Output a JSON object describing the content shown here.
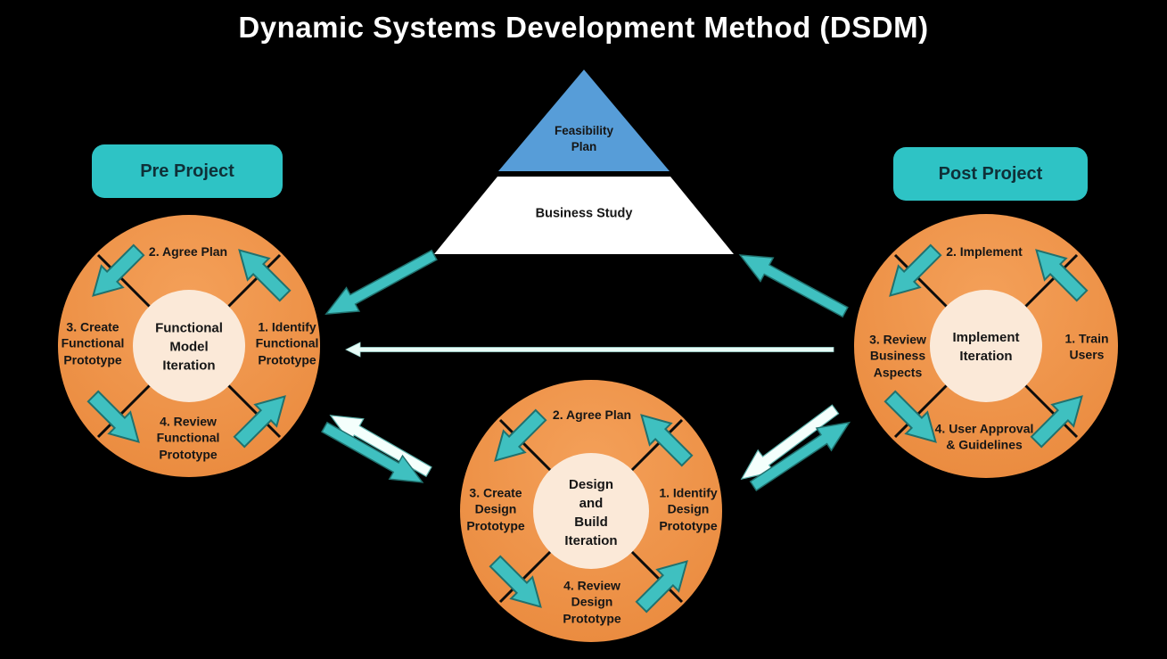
{
  "title": "Dynamic Systems Development Method (DSDM)",
  "pyramid": {
    "top_label": "Feasibility\nPlan",
    "bottom_label": "Business Study"
  },
  "pre_project_label": "Pre Project",
  "post_project_label": "Post Project",
  "cycles": [
    {
      "id": "functional-model-iteration",
      "center_label": "Functional\nModel\nIteration",
      "steps": {
        "step1": "1. Identify\nFunctional\nPrototype",
        "step2": "2. Agree Plan",
        "step3": "3. Create\nFunctional\nPrototype",
        "step4": "4. Review\nFunctional\nPrototype"
      }
    },
    {
      "id": "design-and-build-iteration",
      "center_label": "Design\nand\nBuild\nIteration",
      "steps": {
        "step1": "1. Identify\nDesign\nPrototype",
        "step2": "2. Agree Plan",
        "step3": "3. Create\nDesign\nPrototype",
        "step4": "4. Review\nDesign\nPrototype"
      }
    },
    {
      "id": "implement-iteration",
      "center_label": "Implement\nIteration",
      "steps": {
        "step1": "1. Train\nUsers",
        "step2": "2. Implement",
        "step3": "3. Review\nBusiness\nAspects",
        "step4": "4. User Approval\n& Guidelines"
      }
    }
  ],
  "colors": {
    "background": "#000000",
    "circle_orange": "#EF954B",
    "inner_cream": "#FBE9D8",
    "teal_accent": "#2EC3C5",
    "pyramid_blue": "#579DD8",
    "pyramid_white": "#FFFFFF",
    "arrow_white": "#F2FFFC",
    "text_dark": "#161616",
    "title_white": "#FFFFFF"
  }
}
